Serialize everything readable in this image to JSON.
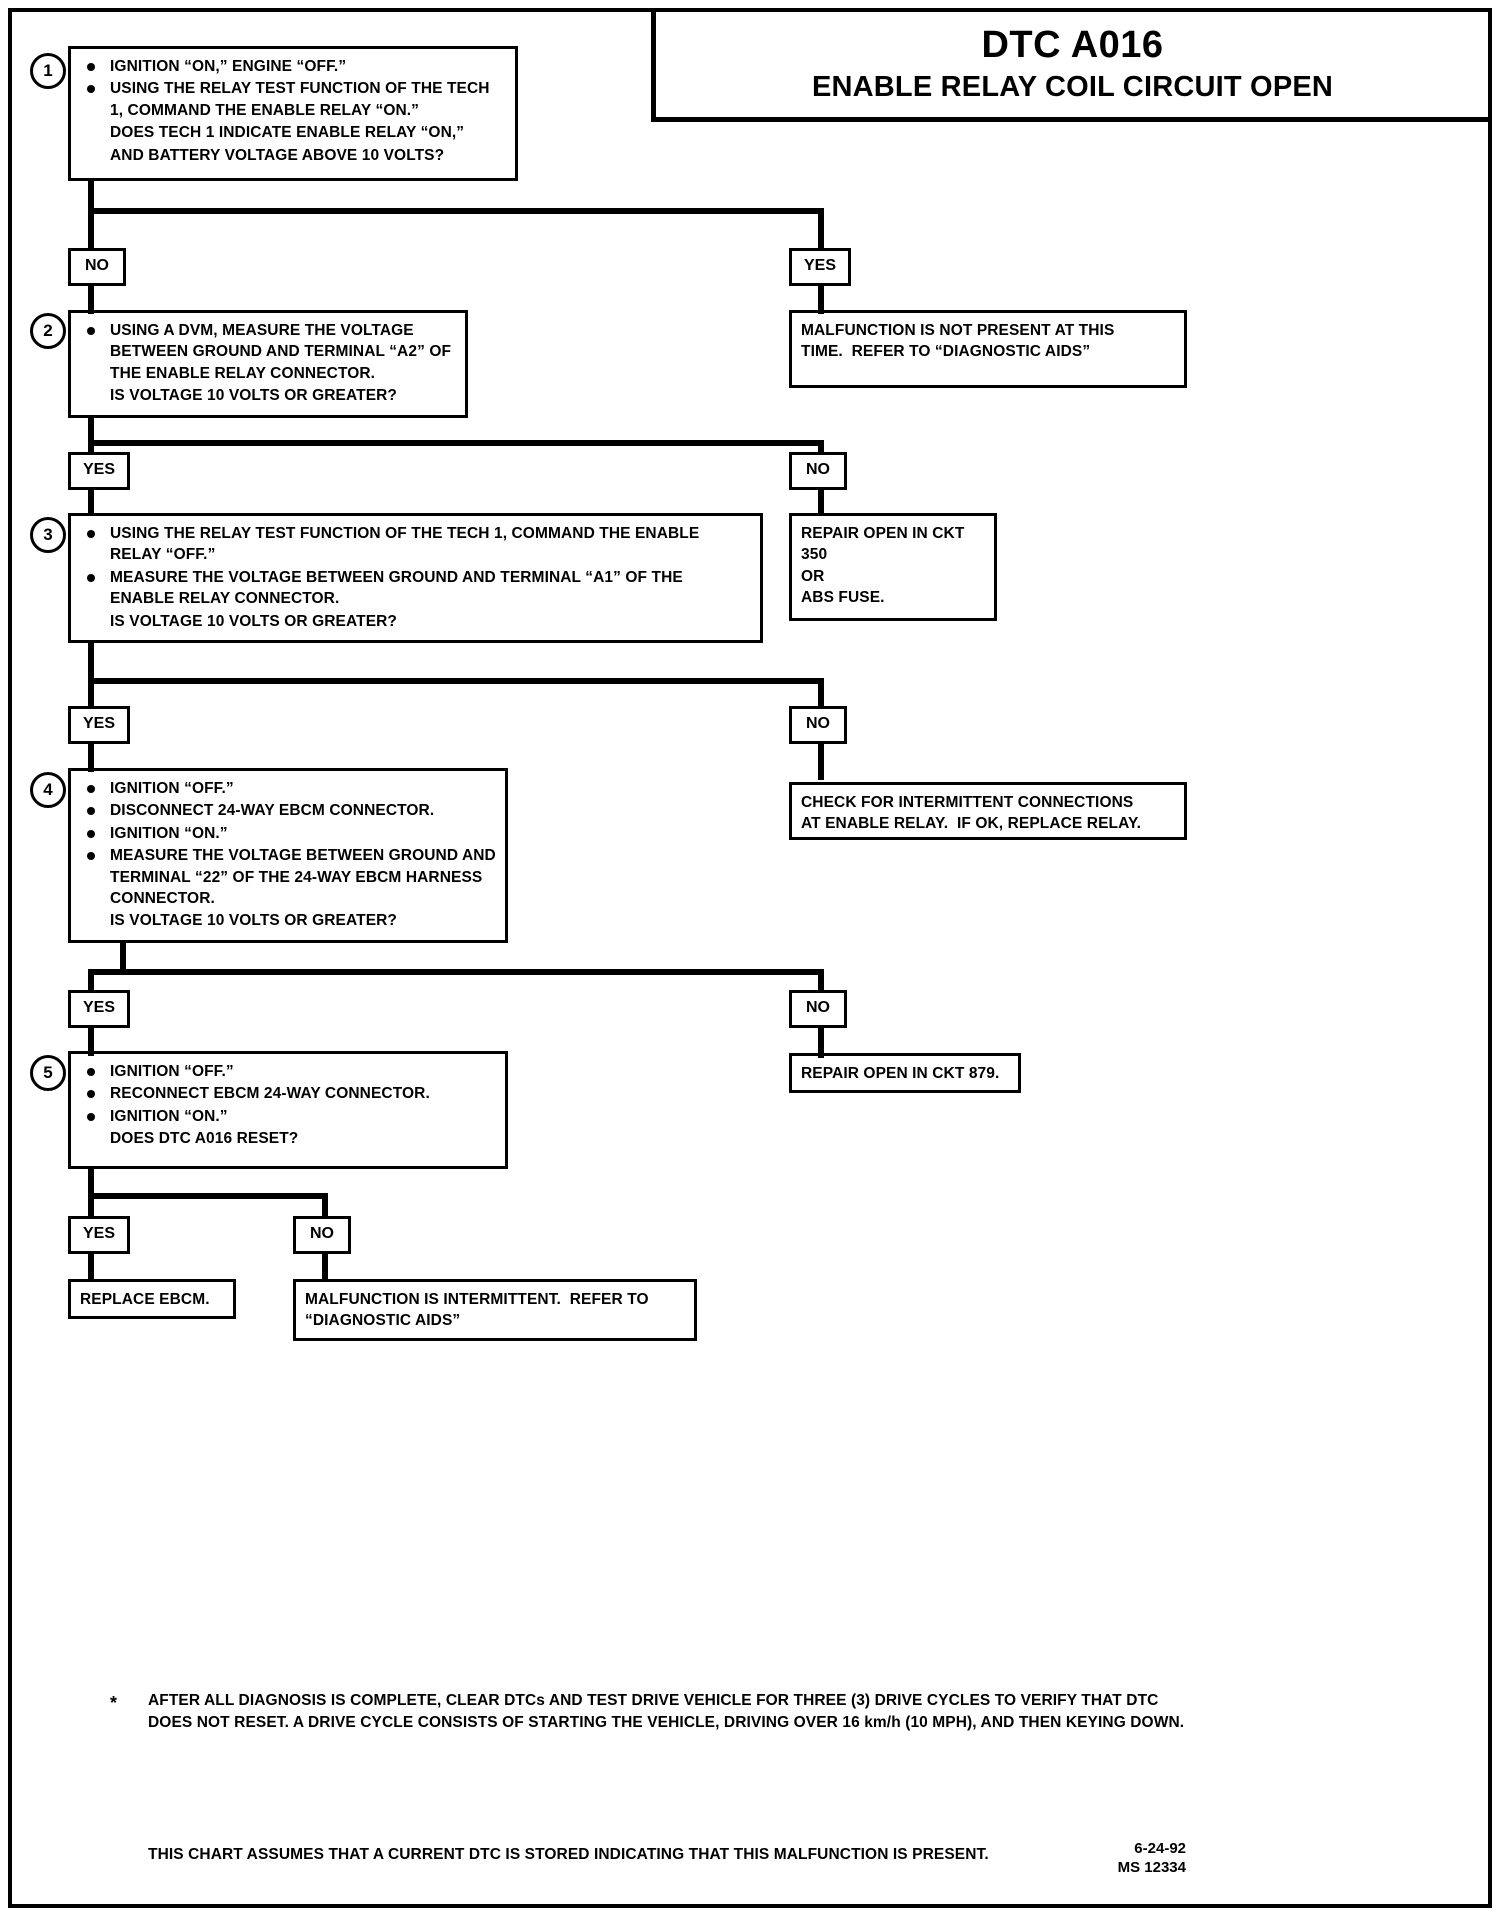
{
  "title": {
    "code": "DTC A016",
    "name": "ENABLE RELAY COIL CIRCUIT OPEN"
  },
  "steps": [
    {
      "number": "1",
      "bullets": [
        "IGNITION “ON,” ENGINE “OFF.”",
        "USING THE RELAY TEST FUNCTION OF THE TECH 1, COMMAND THE ENABLE RELAY “ON.”"
      ],
      "extra_lines": [
        "DOES TECH 1  INDICATE ENABLE RELAY “ON,”",
        "AND BATTERY VOLTAGE ABOVE 10 VOLTS?"
      ]
    },
    {
      "number": "2",
      "bullets": [
        "USING A DVM, MEASURE THE VOLTAGE BETWEEN GROUND AND TERMINAL “A2” OF THE ENABLE RELAY CONNECTOR."
      ],
      "extra_lines": [
        "IS VOLTAGE 10 VOLTS OR GREATER?"
      ]
    },
    {
      "number": "3",
      "bullets": [
        "USING THE RELAY TEST FUNCTION OF THE TECH 1, COMMAND THE ENABLE RELAY “OFF.”",
        "MEASURE THE VOLTAGE BETWEEN GROUND AND TERMINAL “A1” OF THE ENABLE RELAY CONNECTOR."
      ],
      "extra_lines": [
        "IS VOLTAGE 10 VOLTS OR GREATER?"
      ]
    },
    {
      "number": "4",
      "bullets": [
        "IGNITION “OFF.”",
        "DISCONNECT 24-WAY EBCM CONNECTOR.",
        "IGNITION “ON.”",
        "MEASURE THE VOLTAGE BETWEEN GROUND AND TERMINAL “22” OF THE 24-WAY EBCM HARNESS CONNECTOR."
      ],
      "extra_lines": [
        "IS VOLTAGE 10 VOLTS OR GREATER?"
      ]
    },
    {
      "number": "5",
      "bullets": [
        "IGNITION “OFF.”",
        "RECONNECT EBCM 24-WAY CONNECTOR.",
        "IGNITION “ON.”"
      ],
      "extra_lines": [
        "DOES DTC A016 RESET?"
      ]
    }
  ],
  "tags": {
    "no": "NO",
    "yes": "YES"
  },
  "branch_tags": {
    "step1_no": "NO",
    "step1_yes": "YES",
    "step2_yes": "YES",
    "step2_no": "NO",
    "step3_yes": "YES",
    "step3_no": "NO",
    "step4_yes": "YES",
    "step4_no": "NO",
    "step5_yes": "YES",
    "step5_no": "NO"
  },
  "results": {
    "malfunction_not_present": [
      "MALFUNCTION IS NOT PRESENT AT THIS",
      "TIME.  REFER TO “DIAGNOSTIC AIDS”"
    ],
    "repair_ckt_350": [
      "REPAIR OPEN IN CKT",
      "350",
      "OR",
      "ABS FUSE."
    ],
    "check_intermittent": [
      "CHECK FOR INTERMITTENT CONNECTIONS",
      "AT ENABLE RELAY.  IF OK, REPLACE RELAY."
    ],
    "repair_ckt_879": [
      "REPAIR OPEN IN CKT 879."
    ],
    "replace_ebcm": [
      "REPLACE EBCM."
    ],
    "malfunction_intermittent": [
      "MALFUNCTION IS INTERMITTENT.  REFER TO",
      "“DIAGNOSTIC AIDS”"
    ]
  },
  "footnote": {
    "marker": "*",
    "text": "AFTER ALL DIAGNOSIS IS COMPLETE, CLEAR DTCs AND TEST DRIVE VEHICLE FOR THREE (3) DRIVE CYCLES TO VERIFY THAT DTC DOES NOT RESET.  A DRIVE CYCLE CONSISTS OF STARTING THE VEHICLE, DRIVING OVER 16 km/h (10 MPH), AND THEN KEYING DOWN."
  },
  "footer": {
    "assumption": "THIS CHART ASSUMES THAT A CURRENT DTC IS STORED INDICATING THAT THIS MALFUNCTION IS PRESENT.",
    "date": "6-24-92",
    "doc_id": "MS 12334"
  }
}
